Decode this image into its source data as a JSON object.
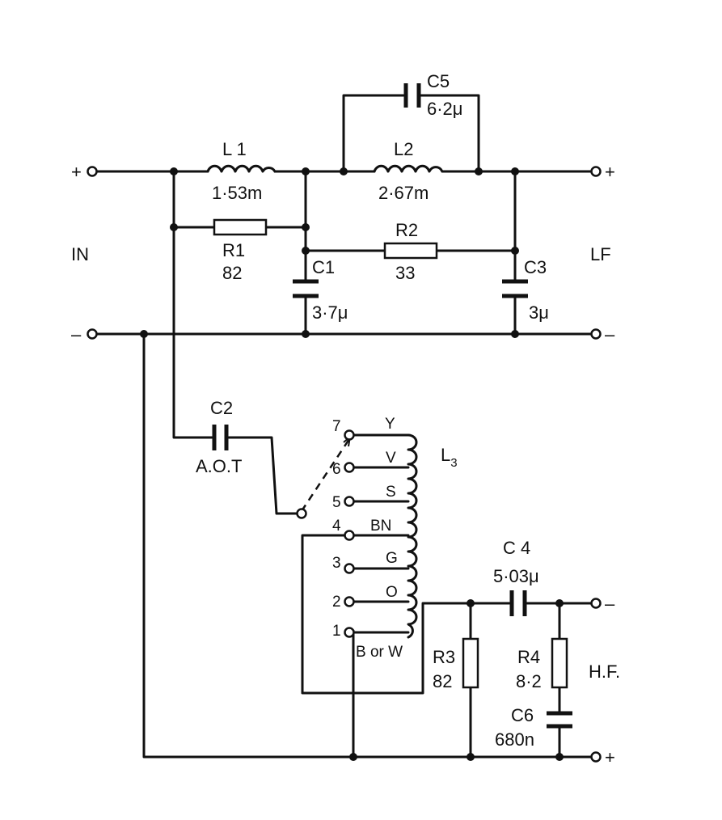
{
  "input": {
    "label": "IN",
    "plus": "+",
    "minus": "–"
  },
  "lf_output": {
    "label": "LF",
    "plus": "+",
    "minus": "–"
  },
  "hf_output": {
    "label": "H.F.",
    "minus": "–",
    "plus": "+"
  },
  "components": {
    "L1": {
      "name": "L 1",
      "value": "1·53m"
    },
    "L2": {
      "name": "L2",
      "value": "2·67m"
    },
    "C5": {
      "name": "C5",
      "value": "6·2μ"
    },
    "R1": {
      "name": "R1",
      "value": "82"
    },
    "R2": {
      "name": "R2",
      "value": "33"
    },
    "C1": {
      "name": "C1",
      "value": "3·7μ"
    },
    "C3": {
      "name": "C3",
      "value": "3μ"
    },
    "C2": {
      "name": "C2",
      "value": "A.O.T"
    },
    "L3": {
      "name": "L",
      "sub": "3"
    },
    "C4": {
      "name": "C 4",
      "value": "5·03μ"
    },
    "R3": {
      "name": "R3",
      "value": "82"
    },
    "R4": {
      "name": "R4",
      "value": "8·2"
    },
    "C6": {
      "name": "C6",
      "value": "680n"
    }
  },
  "taps": {
    "numbers": [
      "7",
      "6",
      "5",
      "4",
      "3",
      "2",
      "1"
    ],
    "colors": [
      "Y",
      "V",
      "S",
      "BN",
      "G",
      "O",
      "B or W"
    ]
  }
}
